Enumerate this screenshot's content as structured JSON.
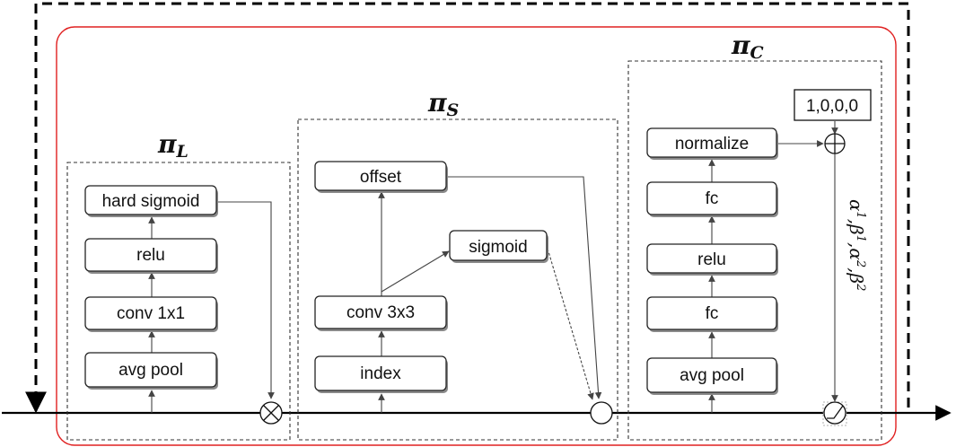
{
  "modules": {
    "pi_l": {
      "title_main": "π",
      "title_sub": "L",
      "blocks": [
        "avg pool",
        "conv 1x1",
        "relu",
        "hard sigmoid"
      ]
    },
    "pi_s": {
      "title_main": "π",
      "title_sub": "S",
      "blocks": [
        "index",
        "conv 3x3",
        "offset",
        "sigmoid"
      ]
    },
    "pi_c": {
      "title_main": "π",
      "title_sub": "C",
      "blocks": [
        "avg pool",
        "fc",
        "relu",
        "fc",
        "normalize"
      ],
      "init_vector": "1,0,0,0",
      "params": {
        "a1": "α",
        "a1_sup": "1",
        "b1": "β",
        "b1_sup": "1",
        "a2": "α",
        "a2_sup": "2",
        "b2": "β",
        "b2_sup": "2",
        "sep": ","
      }
    }
  },
  "colors": {
    "outer_block": "#e02020",
    "skip_path": "#000000",
    "module_border": "#333333"
  },
  "operators": [
    "multiply-operator",
    "sum-operator",
    "activation-operator",
    "add-operator"
  ]
}
